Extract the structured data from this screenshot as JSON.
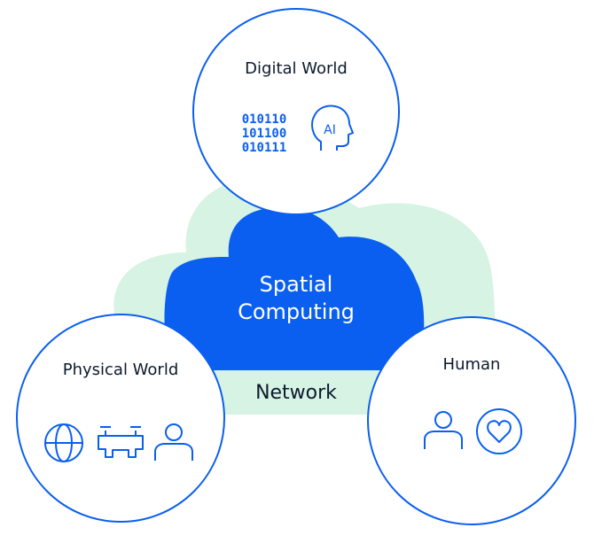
{
  "colors": {
    "primary_blue": "#0a5ff0",
    "cloud_blue": "#0a5ff0",
    "network_green": "#d7f3e3",
    "text_dark": "#0c1a2e",
    "white": "#ffffff"
  },
  "center": {
    "title_line1": "Spatial",
    "title_line2": "Computing",
    "network_label": "Network"
  },
  "circles": {
    "digital": {
      "title": "Digital World",
      "binary": [
        "010110",
        "101100",
        "010111"
      ],
      "ai_label": "AI",
      "icons": [
        "binary-code-icon",
        "ai-head-icon"
      ]
    },
    "physical": {
      "title": "Physical World",
      "icons": [
        "globe-icon",
        "drone-icon",
        "person-icon"
      ]
    },
    "human": {
      "title": "Human",
      "icons": [
        "person-icon",
        "heart-icon"
      ]
    }
  }
}
